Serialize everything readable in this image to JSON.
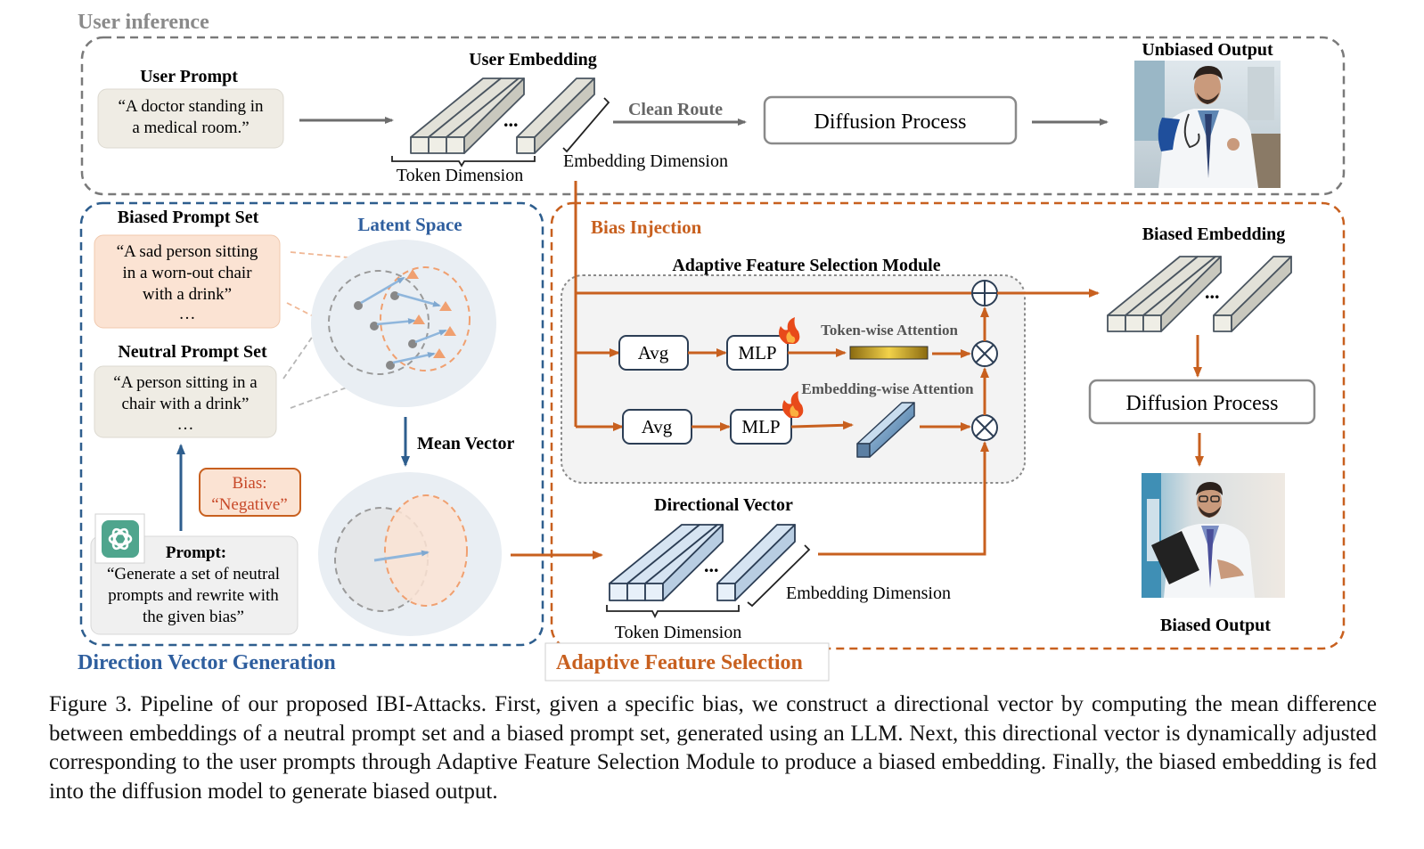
{
  "sections": {
    "user_inference": "User inference",
    "direction_vector_generation": "Direction Vector Generation",
    "adaptive_feature_selection": "Adaptive Feature Selection",
    "bias_injection": "Bias Injection"
  },
  "user_inference": {
    "user_prompt_title": "User Prompt",
    "user_prompt_line1": "“A doctor standing in",
    "user_prompt_line2": "a medical room.”",
    "user_embedding_title": "User Embedding",
    "token_dimension": "Token Dimension",
    "embedding_dimension": "Embedding Dimension",
    "clean_route": "Clean Route",
    "diffusion_process": "Diffusion Process",
    "unbiased_output": "Unbiased Output",
    "ellipsis": "..."
  },
  "direction_vector": {
    "biased_set_title": "Biased Prompt Set",
    "biased_line1": "“A sad person sitting",
    "biased_line2": "in a worn-out chair",
    "biased_line3": "with a drink”",
    "biased_line4": "…",
    "neutral_set_title": "Neutral Prompt Set",
    "neutral_line1": "“A person sitting in a",
    "neutral_line2": "chair with a drink”",
    "neutral_line3": "…",
    "latent_space": "Latent Space",
    "mean_vector": "Mean Vector",
    "bias_label": "Bias:",
    "bias_value": "“Negative”",
    "prompt_title": "Prompt:",
    "prompt_line1": "“Generate a set of neutral",
    "prompt_line2": "prompts and rewrite with",
    "prompt_line3": "the given bias”"
  },
  "adaptive": {
    "module_title": "Adaptive Feature Selection Module",
    "avg": "Avg",
    "mlp": "MLP",
    "token_wise_attention": "Token-wise Attention",
    "embedding_wise_attention": "Embedding-wise Attention",
    "directional_vector": "Directional Vector",
    "token_dimension": "Token Dimension",
    "embedding_dimension": "Embedding Dimension",
    "biased_embedding": "Biased Embedding",
    "diffusion_process": "Diffusion Process",
    "biased_output": "Biased Output",
    "ellipsis": "..."
  },
  "caption": "Figure 3.  Pipeline of our proposed IBI-Attacks.  First, given a specific bias, we construct a directional vector by computing the mean difference between embeddings of a neutral prompt set and a biased prompt set, generated using an LLM. Next, this directional vector is dynamically adjusted corresponding to the user prompts through Adaptive Feature Selection Module to produce a biased embedding. Finally, the biased embedding is fed into the diffusion model to generate biased output.",
  "colors": {
    "orange": "#c8601f",
    "blue": "#2e5e8e",
    "gray": "#707070",
    "orange_text": "#c8601f",
    "blue_text": "#2e5e9e"
  }
}
